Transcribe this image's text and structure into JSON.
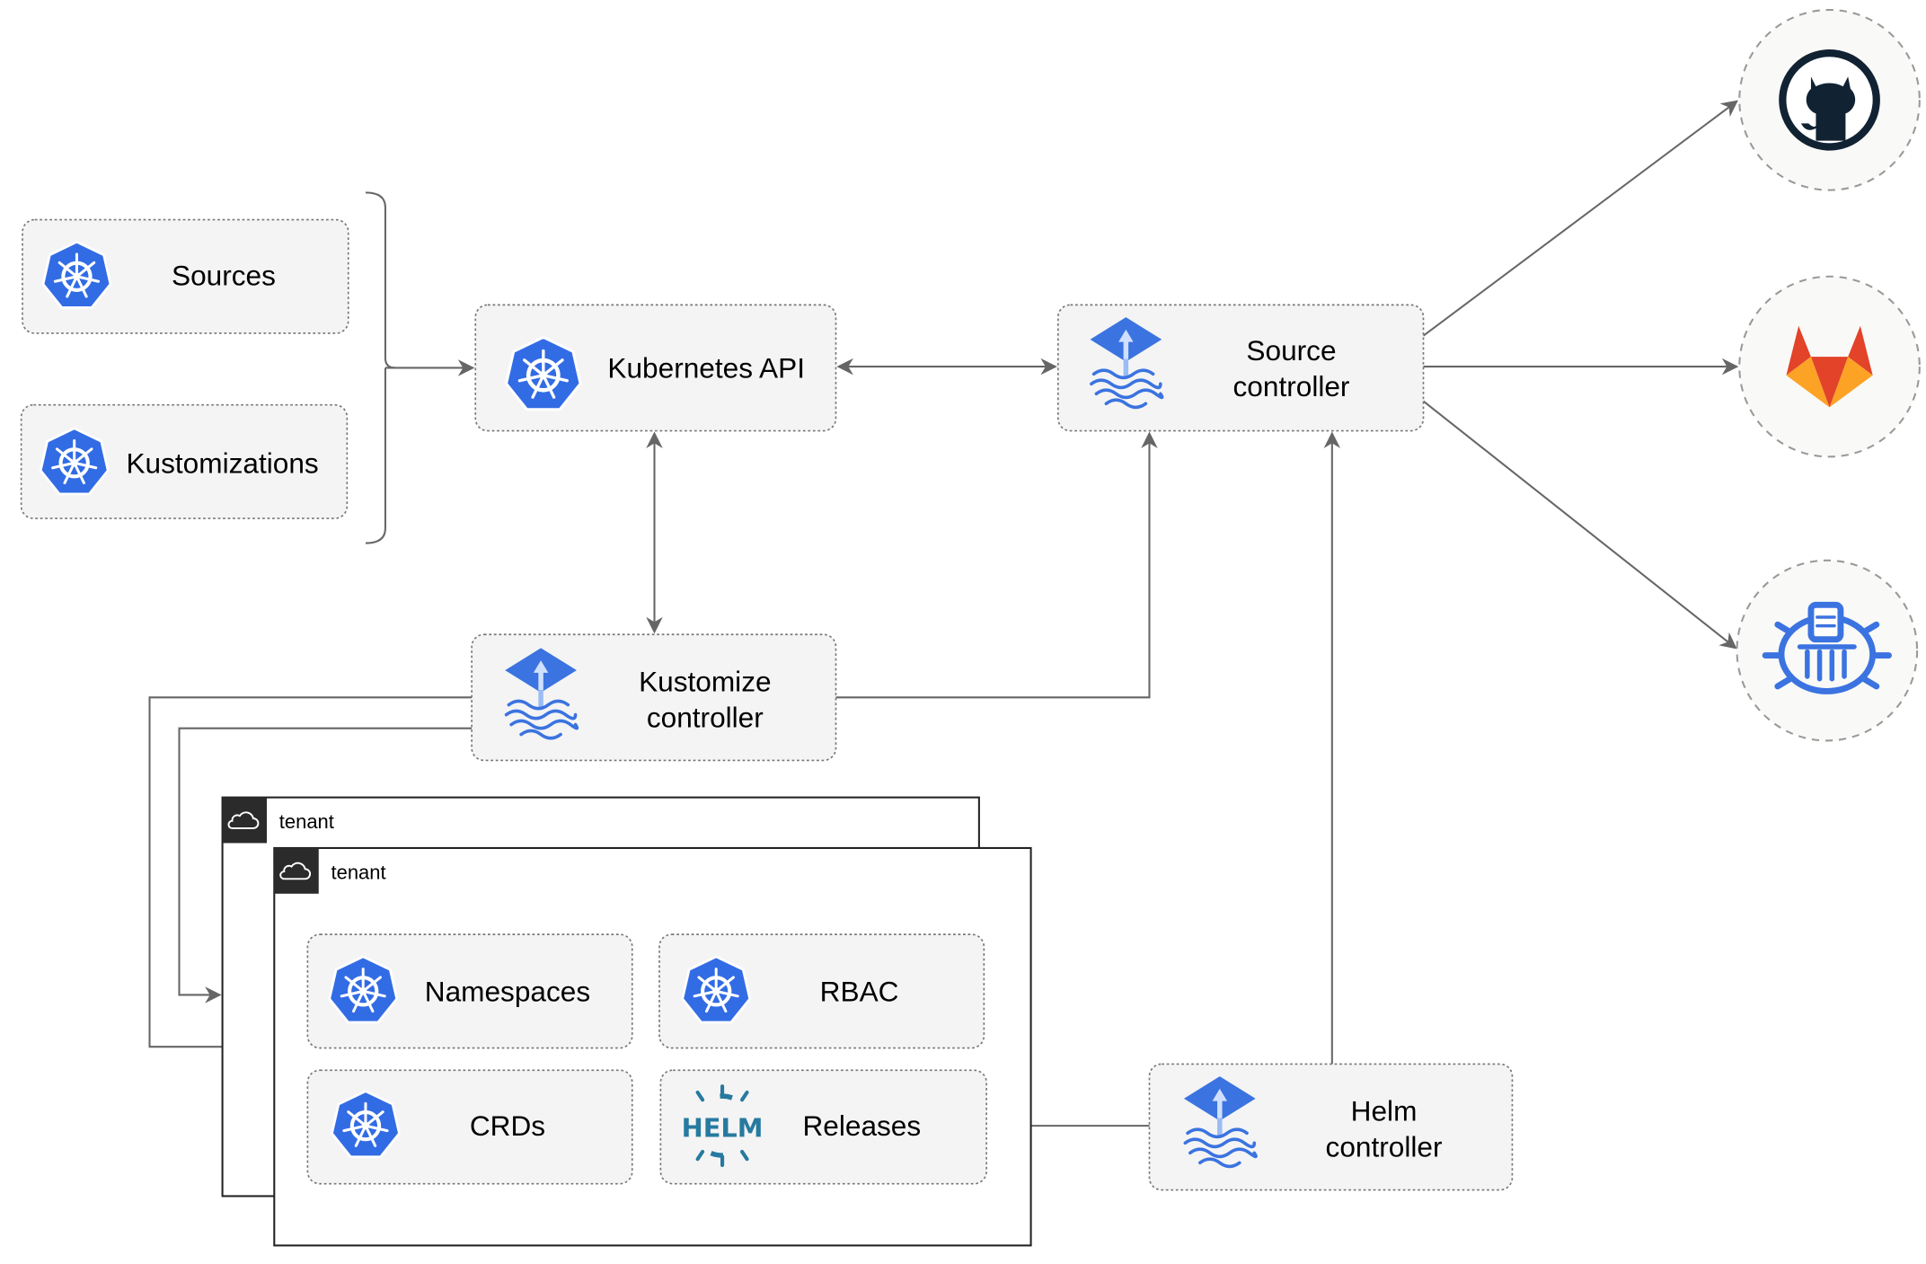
{
  "nodes": {
    "sources": "Sources",
    "kustomizations": "Kustomizations",
    "kubernetes_api": "Kubernetes API",
    "source_controller": [
      "Source",
      "controller"
    ],
    "kustomize_controller": [
      "Kustomize",
      "controller"
    ],
    "helm_controller": [
      "Helm",
      "controller"
    ],
    "namespaces": "Namespaces",
    "rbac": "RBAC",
    "crds": "CRDs",
    "releases": "Releases"
  },
  "tenants": [
    "tenant",
    "tenant"
  ],
  "helm_logo_text": "HELM",
  "external_sources": [
    "github-icon",
    "gitlab-icon",
    "bucket-icon"
  ],
  "colors": {
    "kubernetes_blue": "#326ce5",
    "flux_blue": "#3b73e0",
    "helm_blue": "#277a9f",
    "github_dark": "#112233",
    "gitlab_orange": "#e24329",
    "gitlab_light": "#fca326",
    "node_fill": "#f4f4f4",
    "edge": "#666666"
  }
}
